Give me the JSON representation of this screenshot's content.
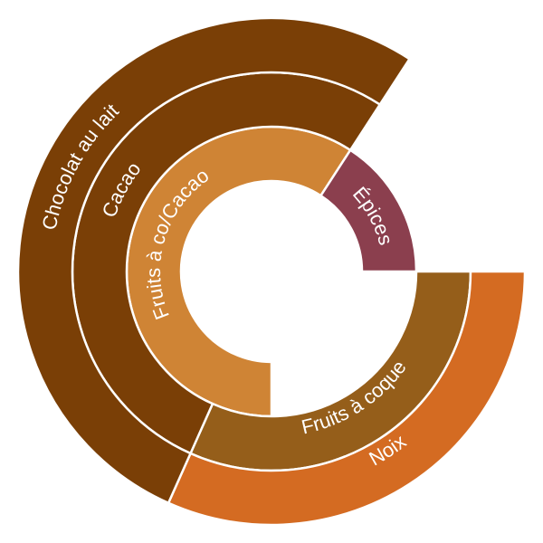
{
  "chart_data": {
    "type": "sunburst",
    "title": "",
    "angle_origin": "3 o'clock, increasing clockwise (degrees)",
    "rings": [
      {
        "level": 1,
        "segments": [
          {
            "label": "Fruits à co/Cacao",
            "start_angle": 90,
            "end_angle": 303,
            "color": "#CF8435"
          },
          {
            "label": "Épices",
            "start_angle": 303,
            "end_angle": 360,
            "color": "#8B3F4E"
          }
        ]
      },
      {
        "level": 2,
        "segments": [
          {
            "label": "Fruits à coque",
            "start_angle": 0,
            "end_angle": 114,
            "color": "#955E1A"
          },
          {
            "label": "Cacao",
            "start_angle": 114,
            "end_angle": 303,
            "color": "#7A3F06"
          }
        ]
      },
      {
        "level": 3,
        "segments": [
          {
            "label": "Noix",
            "start_angle": 0,
            "end_angle": 114,
            "color": "#D46B22"
          },
          {
            "label": "Chocolat au lait",
            "start_angle": 114,
            "end_angle": 303,
            "color": "#7A3F06"
          }
        ]
      }
    ]
  }
}
